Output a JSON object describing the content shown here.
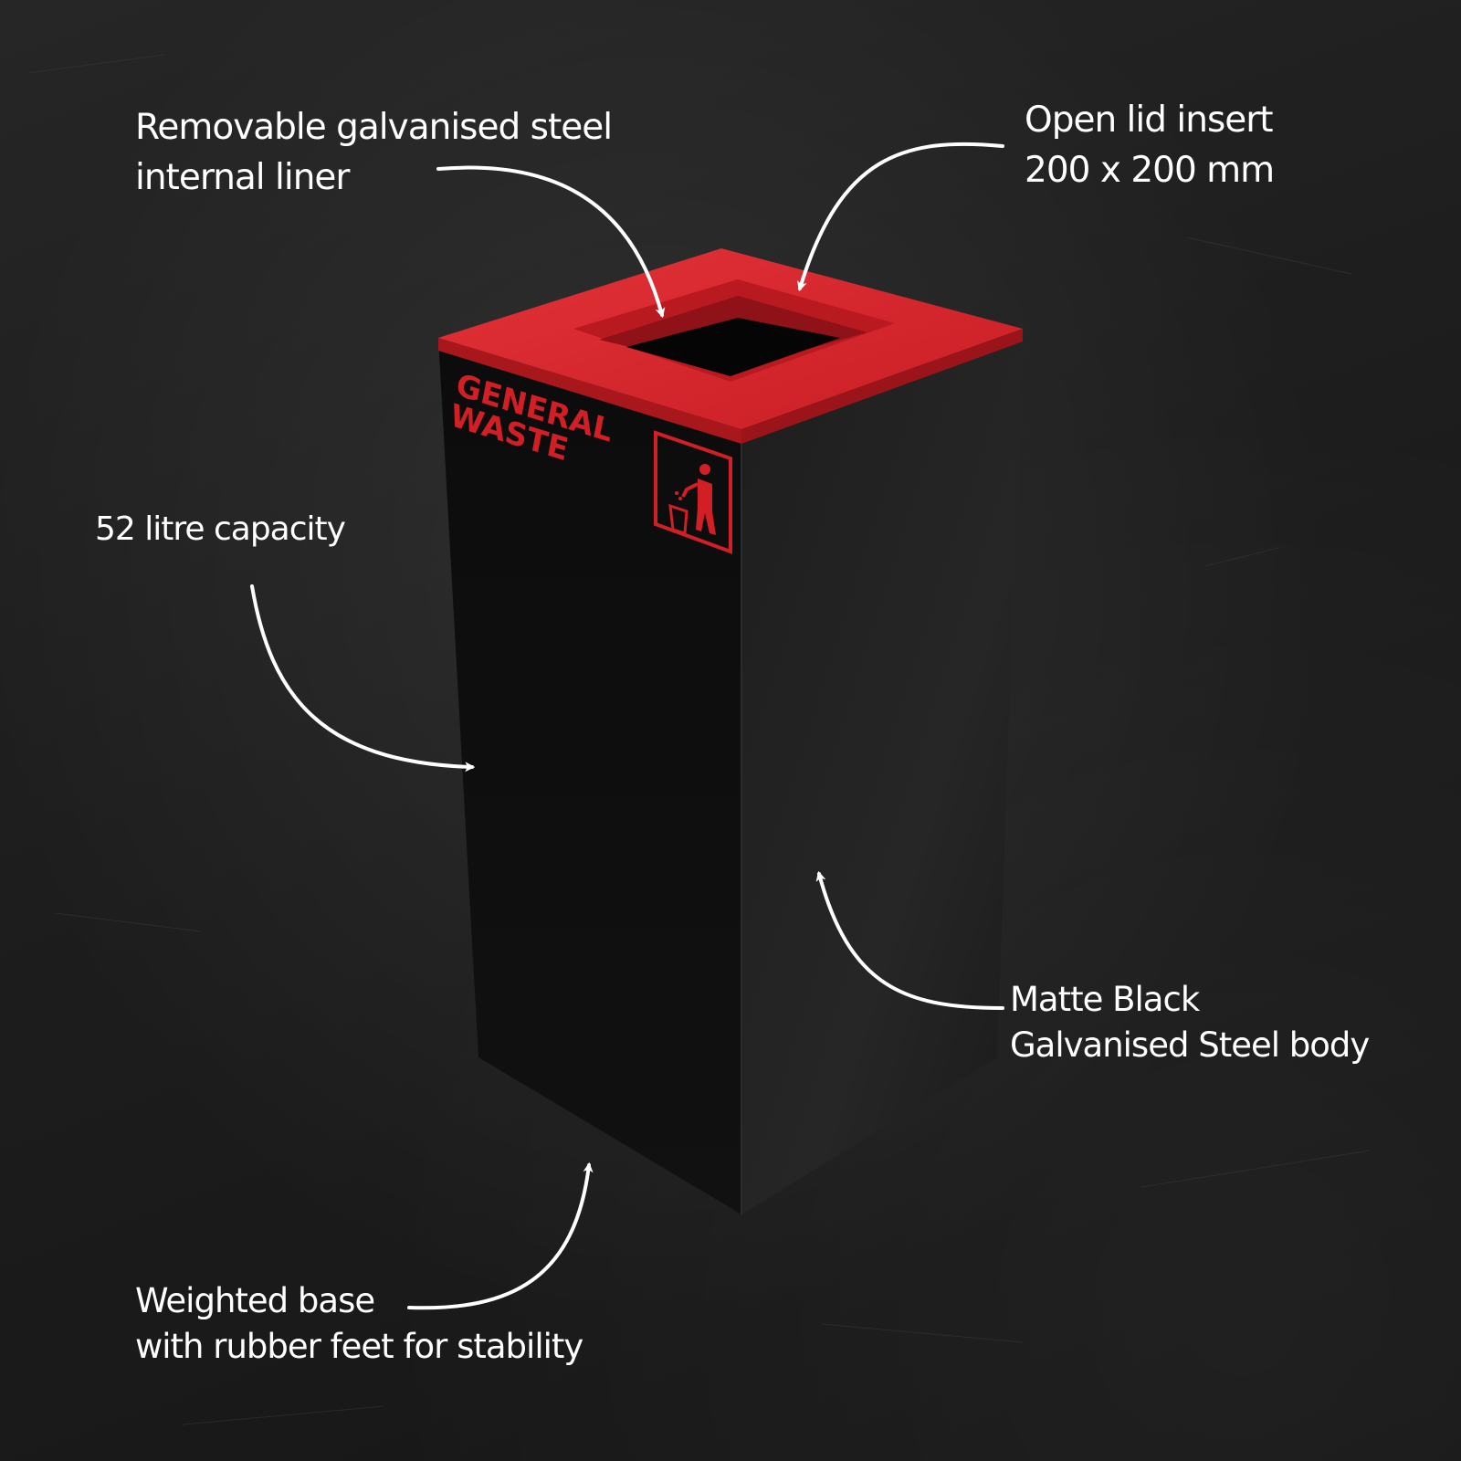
{
  "callouts": {
    "liner": {
      "line1": "Removable galvanised steel",
      "line2": "internal liner"
    },
    "lid": {
      "line1": "Open lid insert",
      "line2": "200 x 200 mm"
    },
    "capacity": {
      "line1": "52 litre capacity"
    },
    "body": {
      "line1": "Matte Black",
      "line2": "Galvanised Steel body"
    },
    "base": {
      "line1": "Weighted base",
      "line2": "with rubber feet for stability"
    }
  },
  "bin": {
    "label_line1": "GENERAL",
    "label_line2": "WASTE",
    "icon": "litter-person-icon"
  },
  "colors": {
    "lid_red": "#d7262b",
    "lid_inner_red": "#b81a20",
    "label_red": "#d11f25",
    "body_black": "#141414",
    "background": "#1e1e1e",
    "text": "#ffffff"
  }
}
